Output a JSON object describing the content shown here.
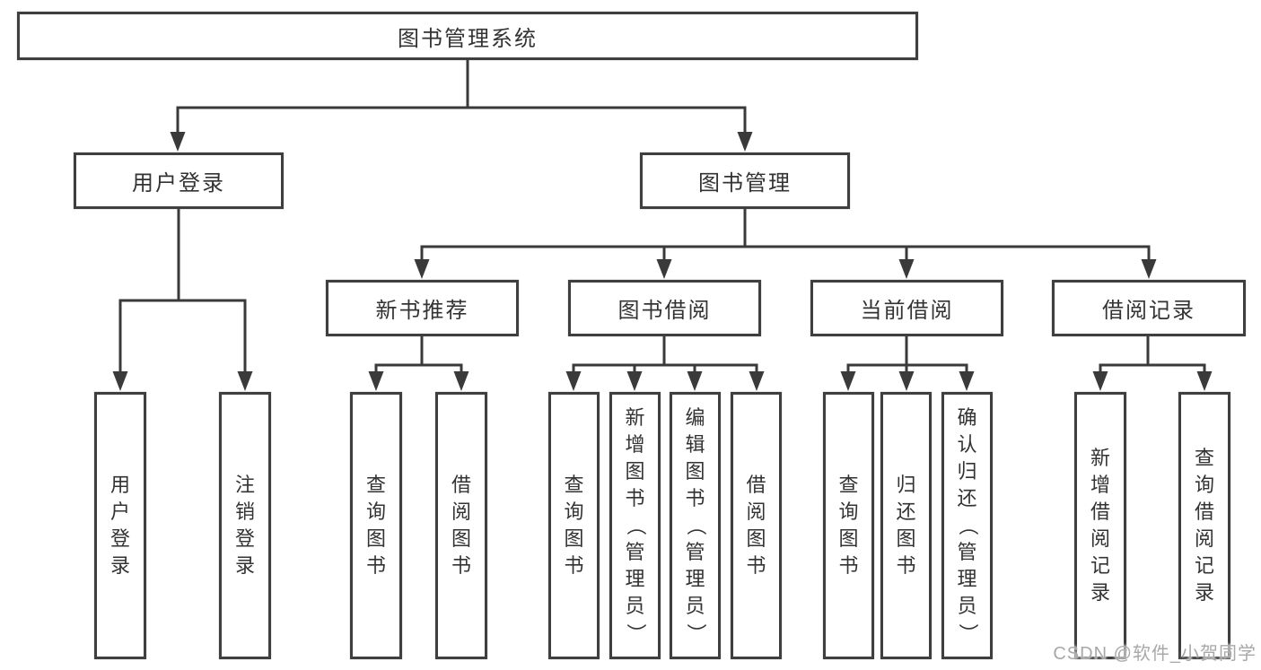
{
  "diagram": {
    "root": {
      "label": "图书管理系统"
    },
    "branches": [
      {
        "label": "用户登录",
        "children": [
          {
            "label": "用户登录"
          },
          {
            "label": "注销登录"
          }
        ]
      },
      {
        "label": "图书管理",
        "children": [
          {
            "label": "新书推荐",
            "children": [
              {
                "label": "查询图书"
              },
              {
                "label": "借阅图书"
              }
            ]
          },
          {
            "label": "图书借阅",
            "children": [
              {
                "label": "查询图书"
              },
              {
                "label": "新增图书（管理员）"
              },
              {
                "label": "编辑图书（管理员）"
              },
              {
                "label": "借阅图书"
              }
            ]
          },
          {
            "label": "当前借阅",
            "children": [
              {
                "label": "查询图书"
              },
              {
                "label": "归还图书"
              },
              {
                "label": "确认归还（管理员）"
              }
            ]
          },
          {
            "label": "借阅记录",
            "children": [
              {
                "label": "新增借阅记录"
              },
              {
                "label": "查询借阅记录"
              }
            ]
          }
        ]
      }
    ]
  },
  "watermark": {
    "text": "CSDN @软件_小贺同学"
  },
  "colors": {
    "line": "#3a3a3a",
    "text": "#333333",
    "border": "#3f3f3f",
    "watermark": "#a8a8a8",
    "bg": "#ffffff"
  }
}
